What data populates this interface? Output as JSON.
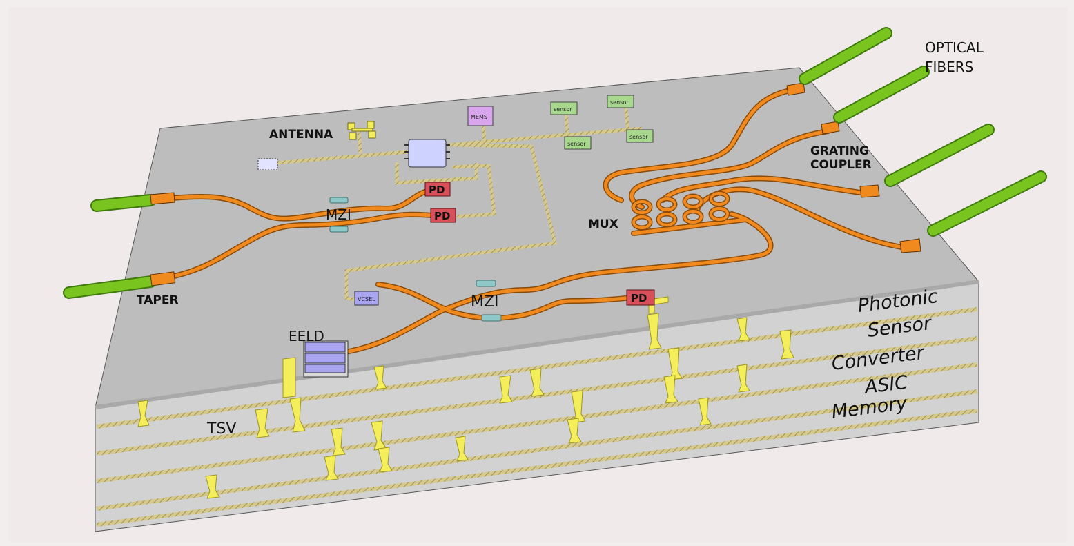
{
  "labels": {
    "optical_fibers_line1": "OPTICAL",
    "optical_fibers_line2": "FIBERS",
    "antenna": "ANTENNA",
    "mems": "MEMS",
    "sensor": "sensor",
    "grating_coupler_line1": "GRATING",
    "grating_coupler_line2": "COUPLER",
    "mzi": "MZI",
    "pd": "PD",
    "mux": "MUX",
    "taper": "TAPER",
    "vcsel": "VCSEL",
    "eeld": "EELD",
    "tsv": "TSV"
  },
  "layers": [
    "Photonic",
    "Sensor",
    "Converter",
    "ASIC",
    "Memory"
  ],
  "colors": {
    "background": "#f3eeee",
    "chip_top": "#bdbdbd",
    "chip_side": "#d2d2d2",
    "chip_side_dark": "#a8a8a8",
    "waveguide": "#f08a1e",
    "waveguide_edge": "#8a4a08",
    "fiber": "#7ac41f",
    "fiber_dark": "#3f7a0c",
    "tsv": "#f4ee5a",
    "pd": "#d9505a",
    "laser": "#a9a5f0",
    "mems": "#d9a6ee",
    "sensor": "#a8d88e",
    "phase_shifter": "#8ec8c8"
  }
}
